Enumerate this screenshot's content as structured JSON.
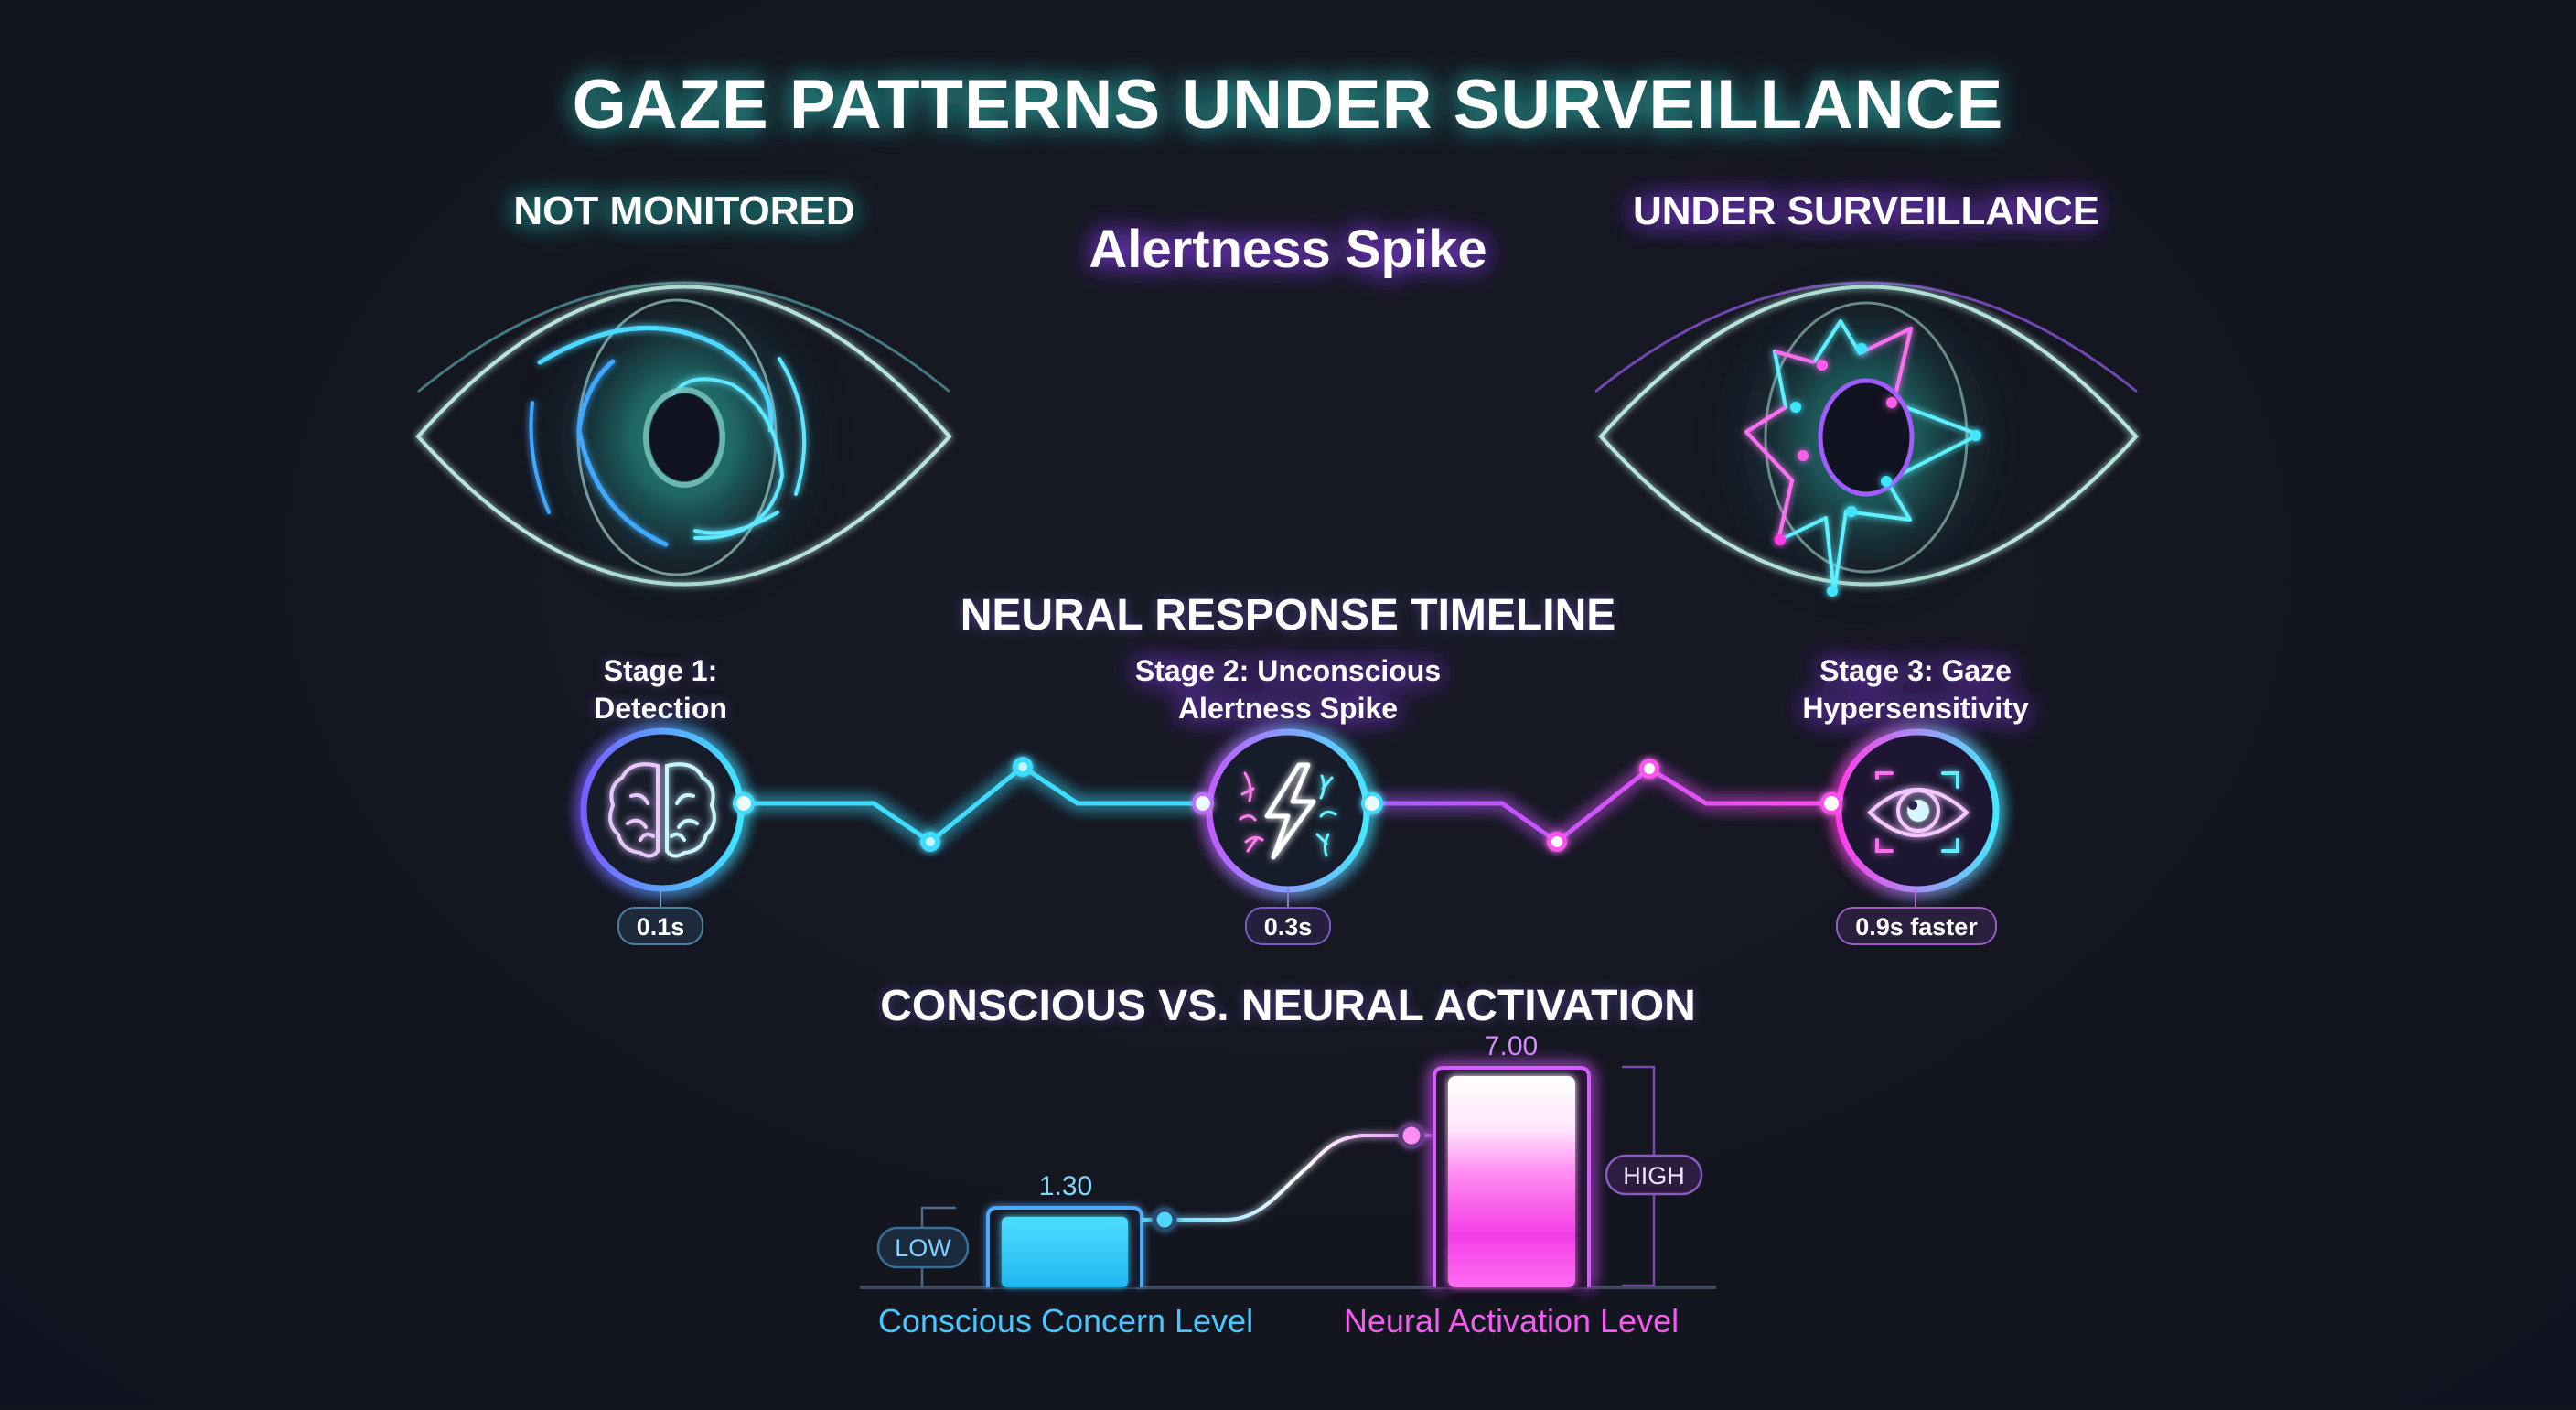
{
  "title": "GAZE PATTERNS UNDER SURVEILLANCE",
  "colors": {
    "background": "#13151f",
    "cyan": "#3fe6ff",
    "teal": "#2fb6b0",
    "blue": "#3aa8ff",
    "purple": "#a050ff",
    "magenta": "#ff3cf0",
    "eye_outline": "#b8e6dc"
  },
  "eyes": {
    "left": {
      "label": "NOT MONITORED",
      "state": "calm",
      "icon": "calm-eye-icon"
    },
    "right": {
      "label": "UNDER SURVEILLANCE",
      "state": "agitated",
      "icon": "agitated-eye-icon"
    },
    "center_label": "Alertness Spike"
  },
  "timeline": {
    "heading": "NEURAL RESPONSE TIMELINE",
    "stages": [
      {
        "line1": "Stage 1:",
        "line2": "Detection",
        "badge": "0.1s",
        "icon": "brain-icon"
      },
      {
        "line1": "Stage 2: Unconscious",
        "line2": "Alertness Spike",
        "badge": "0.3s",
        "icon": "lightning-icon"
      },
      {
        "line1": "Stage 3: Gaze",
        "line2": "Hypersensitivity",
        "badge": "0.9s faster",
        "icon": "eye-scan-icon"
      }
    ]
  },
  "chart": {
    "heading": "CONSCIOUS VS. NEURAL ACTIVATION",
    "low_label": "LOW",
    "high_label": "HIGH",
    "bars": [
      {
        "label": "Conscious Concern Level",
        "value_text": "1.30"
      },
      {
        "label": "Neural Activation Level",
        "value_text": "7.00"
      }
    ]
  },
  "chart_data": {
    "type": "bar",
    "title": "CONSCIOUS VS. NEURAL ACTIVATION",
    "categories": [
      "Conscious Concern Level",
      "Neural Activation Level"
    ],
    "values": [
      1.3,
      7.0
    ],
    "annotations": [
      "LOW",
      "HIGH"
    ],
    "xlabel": "",
    "ylabel": "",
    "grid": false,
    "legend": "none"
  }
}
